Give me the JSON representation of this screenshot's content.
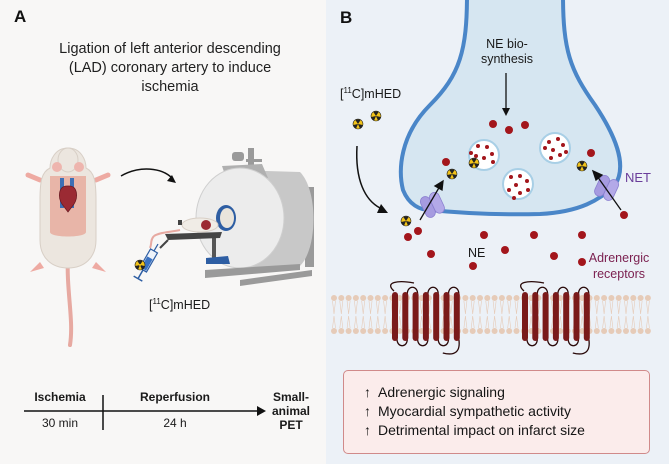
{
  "panel_a": {
    "label": "A",
    "title": "Ligation of left anterior descending (LAD) coronary artery to induce ischemia",
    "tracer_prefix": "[",
    "tracer_sup": "11",
    "tracer_suffix": "C]mHED",
    "icons": [
      "mouse-anatomy-icon",
      "curved-arrow-icon",
      "syringe-icon",
      "radiation-icon",
      "pet-scanner-icon"
    ],
    "timeline": {
      "phases": [
        {
          "name": "Ischemia",
          "duration": "30 min"
        },
        {
          "name": "Reperfusion",
          "duration": "24 h"
        }
      ],
      "endpoint": [
        "Small-",
        "animal",
        "PET"
      ]
    }
  },
  "panel_b": {
    "label": "B",
    "biosynthesis_label_1": "NE bio-",
    "biosynthesis_label_2": "synthesis",
    "tracer_prefix": "[",
    "tracer_sup": "11",
    "tracer_suffix": "C]mHED",
    "net_label": "NET",
    "ne_label": "NE",
    "receptor_label_1": "Adrenergic",
    "receptor_label_2": "receptors",
    "effects": [
      {
        "arrow": "↑",
        "text": "Adrenergic signaling"
      },
      {
        "arrow": "↑",
        "text": "Myocardial sympathetic activity"
      },
      {
        "arrow": "↑",
        "text": "Detrimental impact on infarct size"
      }
    ]
  },
  "colors": {
    "neuron_fill": "#d6e6f1",
    "neuron_stroke": "#4a86c8",
    "ne_dot": "#a3161c",
    "transporter": "#a69be0",
    "net_label": "#6a3d9a",
    "receptor": "#7a1a1a",
    "receptor_label": "#7a1f4f",
    "membrane": "#e6cbb8",
    "result_bg": "#fbeceb",
    "result_border": "#d08a8a"
  }
}
